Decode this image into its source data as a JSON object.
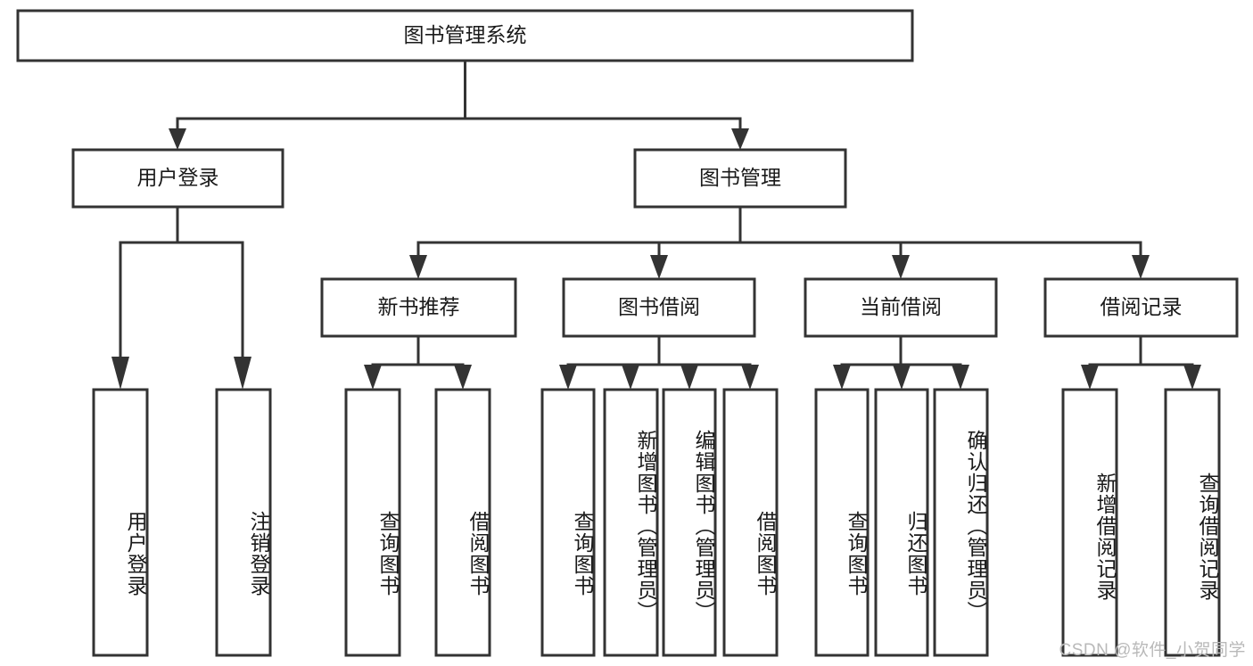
{
  "diagram": {
    "type": "tree",
    "title": "图书管理系统",
    "orientation": "top-down",
    "colors": {
      "box_stroke": "#333333",
      "box_fill": "#ffffff",
      "text": "#1a1a1a",
      "background": "#ffffff",
      "watermark": "#b9b9b9"
    },
    "root": {
      "label": "图书管理系统"
    },
    "level1": [
      {
        "label": "用户登录"
      },
      {
        "label": "图书管理"
      }
    ],
    "level2": [
      {
        "label": "新书推荐"
      },
      {
        "label": "图书借阅"
      },
      {
        "label": "当前借阅"
      },
      {
        "label": "借阅记录"
      }
    ],
    "leaves": {
      "user_login": [
        {
          "label": "用户登录"
        },
        {
          "label": "注销登录"
        }
      ],
      "new_book_recommend": [
        {
          "label": "查询图书"
        },
        {
          "label": "借阅图书"
        }
      ],
      "book_borrow": [
        {
          "label": "查询图书"
        },
        {
          "label": "新增图书（管理员）"
        },
        {
          "label": "编辑图书（管理员）"
        },
        {
          "label": "借阅图书"
        }
      ],
      "current_borrow": [
        {
          "label": "查询图书"
        },
        {
          "label": "归还图书"
        },
        {
          "label": "确认归还（管理员）"
        }
      ],
      "borrow_record": [
        {
          "label": "新增借阅记录"
        },
        {
          "label": "查询借阅记录"
        }
      ]
    },
    "watermark": "CSDN @软件_小贺同学"
  },
  "chart_data": {
    "type": "table",
    "title": "图书管理系统 功能结构图",
    "nodes": [
      {
        "id": "root",
        "label": "图书管理系统",
        "level": 0,
        "parent": null
      },
      {
        "id": "n1",
        "label": "用户登录",
        "level": 1,
        "parent": "root"
      },
      {
        "id": "n2",
        "label": "图书管理",
        "level": 1,
        "parent": "root"
      },
      {
        "id": "n1a",
        "label": "用户登录",
        "level": 2,
        "parent": "n1"
      },
      {
        "id": "n1b",
        "label": "注销登录",
        "level": 2,
        "parent": "n1"
      },
      {
        "id": "n2a",
        "label": "新书推荐",
        "level": 2,
        "parent": "n2"
      },
      {
        "id": "n2b",
        "label": "图书借阅",
        "level": 2,
        "parent": "n2"
      },
      {
        "id": "n2c",
        "label": "当前借阅",
        "level": 2,
        "parent": "n2"
      },
      {
        "id": "n2d",
        "label": "借阅记录",
        "level": 2,
        "parent": "n2"
      },
      {
        "id": "n2a1",
        "label": "查询图书",
        "level": 3,
        "parent": "n2a"
      },
      {
        "id": "n2a2",
        "label": "借阅图书",
        "level": 3,
        "parent": "n2a"
      },
      {
        "id": "n2b1",
        "label": "查询图书",
        "level": 3,
        "parent": "n2b"
      },
      {
        "id": "n2b2",
        "label": "新增图书（管理员）",
        "level": 3,
        "parent": "n2b"
      },
      {
        "id": "n2b3",
        "label": "编辑图书（管理员）",
        "level": 3,
        "parent": "n2b"
      },
      {
        "id": "n2b4",
        "label": "借阅图书",
        "level": 3,
        "parent": "n2b"
      },
      {
        "id": "n2c1",
        "label": "查询图书",
        "level": 3,
        "parent": "n2c"
      },
      {
        "id": "n2c2",
        "label": "归还图书",
        "level": 3,
        "parent": "n2c"
      },
      {
        "id": "n2c3",
        "label": "确认归还（管理员）",
        "level": 3,
        "parent": "n2c"
      },
      {
        "id": "n2d1",
        "label": "新增借阅记录",
        "level": 3,
        "parent": "n2d"
      },
      {
        "id": "n2d2",
        "label": "查询借阅记录",
        "level": 3,
        "parent": "n2d"
      }
    ]
  }
}
